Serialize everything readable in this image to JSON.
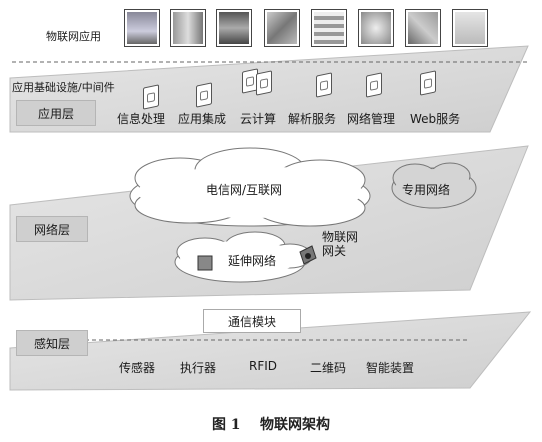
{
  "application_layer": {
    "layer_label": "应用层",
    "iot_apps_label": "物联网应用",
    "middleware_label": "应用基础设施/中间件",
    "services": [
      "信息处理",
      "应用集成",
      "云计算",
      "解析服务",
      "网络管理",
      "Web服务"
    ]
  },
  "network_layer": {
    "layer_label": "网络层",
    "telecom_internet": "电信网/互联网",
    "private_network": "专用网络",
    "extended_network": "延伸网络",
    "iot_gateway": "物联网\n网关"
  },
  "perception_layer": {
    "layer_label": "感知层",
    "comm_module": "通信模块",
    "devices": [
      "传感器",
      "执行器",
      "RFID",
      "二维码",
      "智能装置"
    ]
  },
  "caption": "图 1    物联网架构"
}
